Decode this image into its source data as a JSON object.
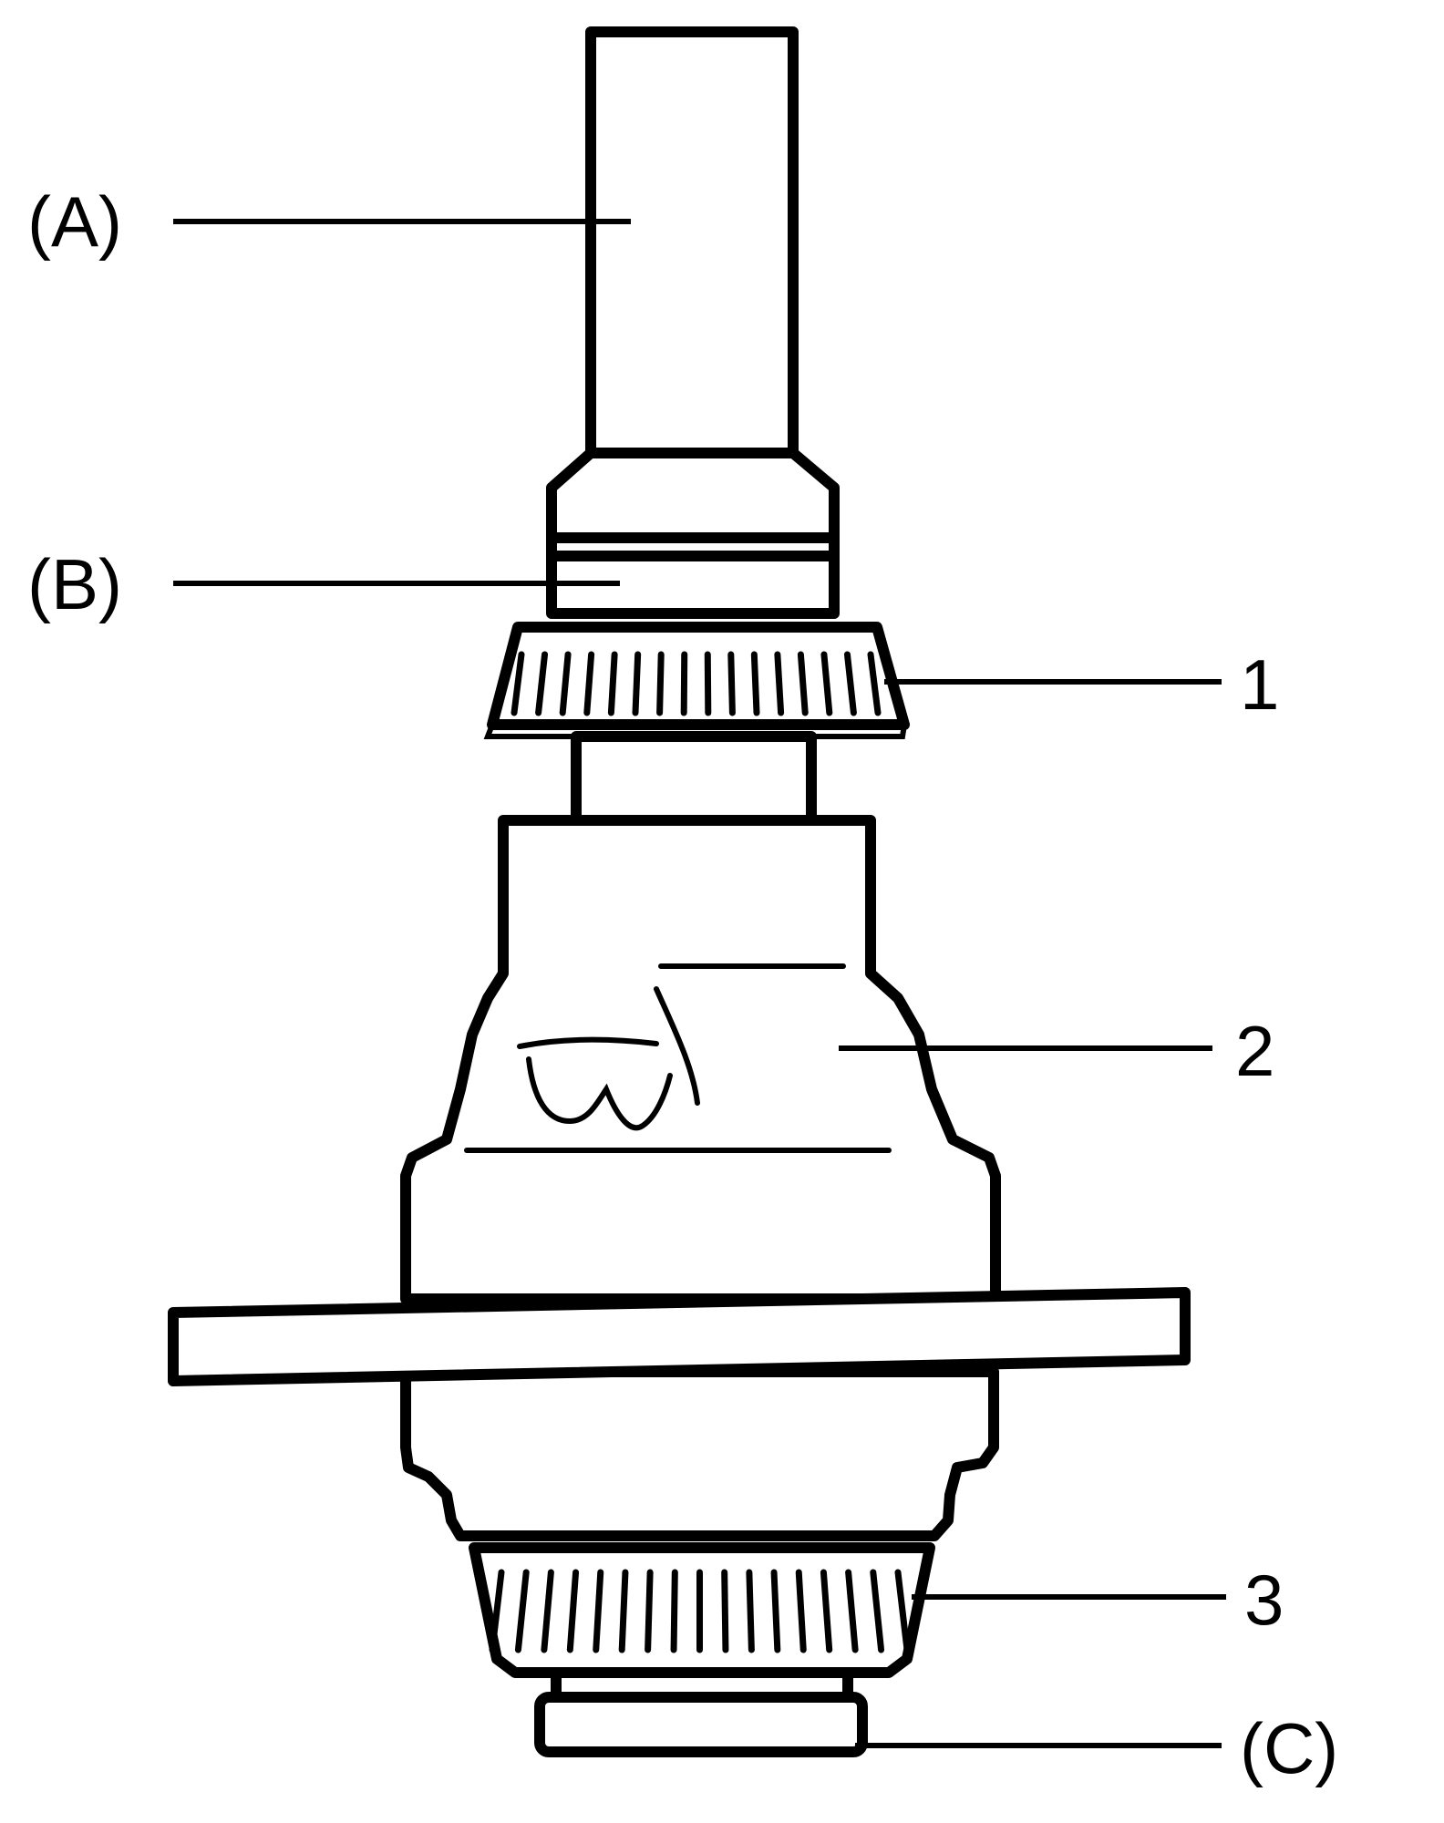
{
  "labels": {
    "a": "(A)",
    "b": "(B)",
    "c": "(C)",
    "one": "1",
    "two": "2",
    "three": "3"
  }
}
